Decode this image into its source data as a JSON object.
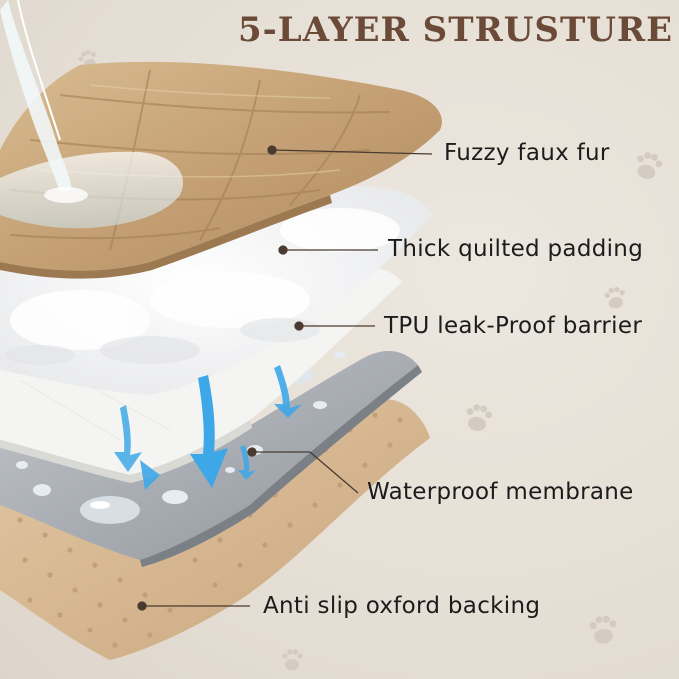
{
  "title": "5-LAYER STRUSTURE",
  "layers": [
    {
      "label": "Fuzzy faux fur"
    },
    {
      "label": "Thick quilted padding"
    },
    {
      "label": "TPU leak-Proof barrier"
    },
    {
      "label": "Waterproof membrane"
    },
    {
      "label": "Anti slip oxford backing"
    }
  ],
  "colors": {
    "title": "#6b4a37",
    "fur": "#c9a87c",
    "padding": "#ffffff",
    "tpu": "#f6f6f4",
    "membrane": "#a9adb3",
    "backing": "#d8b893",
    "arrow": "#3ea7e8",
    "pointer_line": "#4a3a30"
  },
  "icons": [
    "paw-print-icon",
    "water-stream-icon",
    "water-droplet-icon",
    "flow-arrow-icon"
  ]
}
